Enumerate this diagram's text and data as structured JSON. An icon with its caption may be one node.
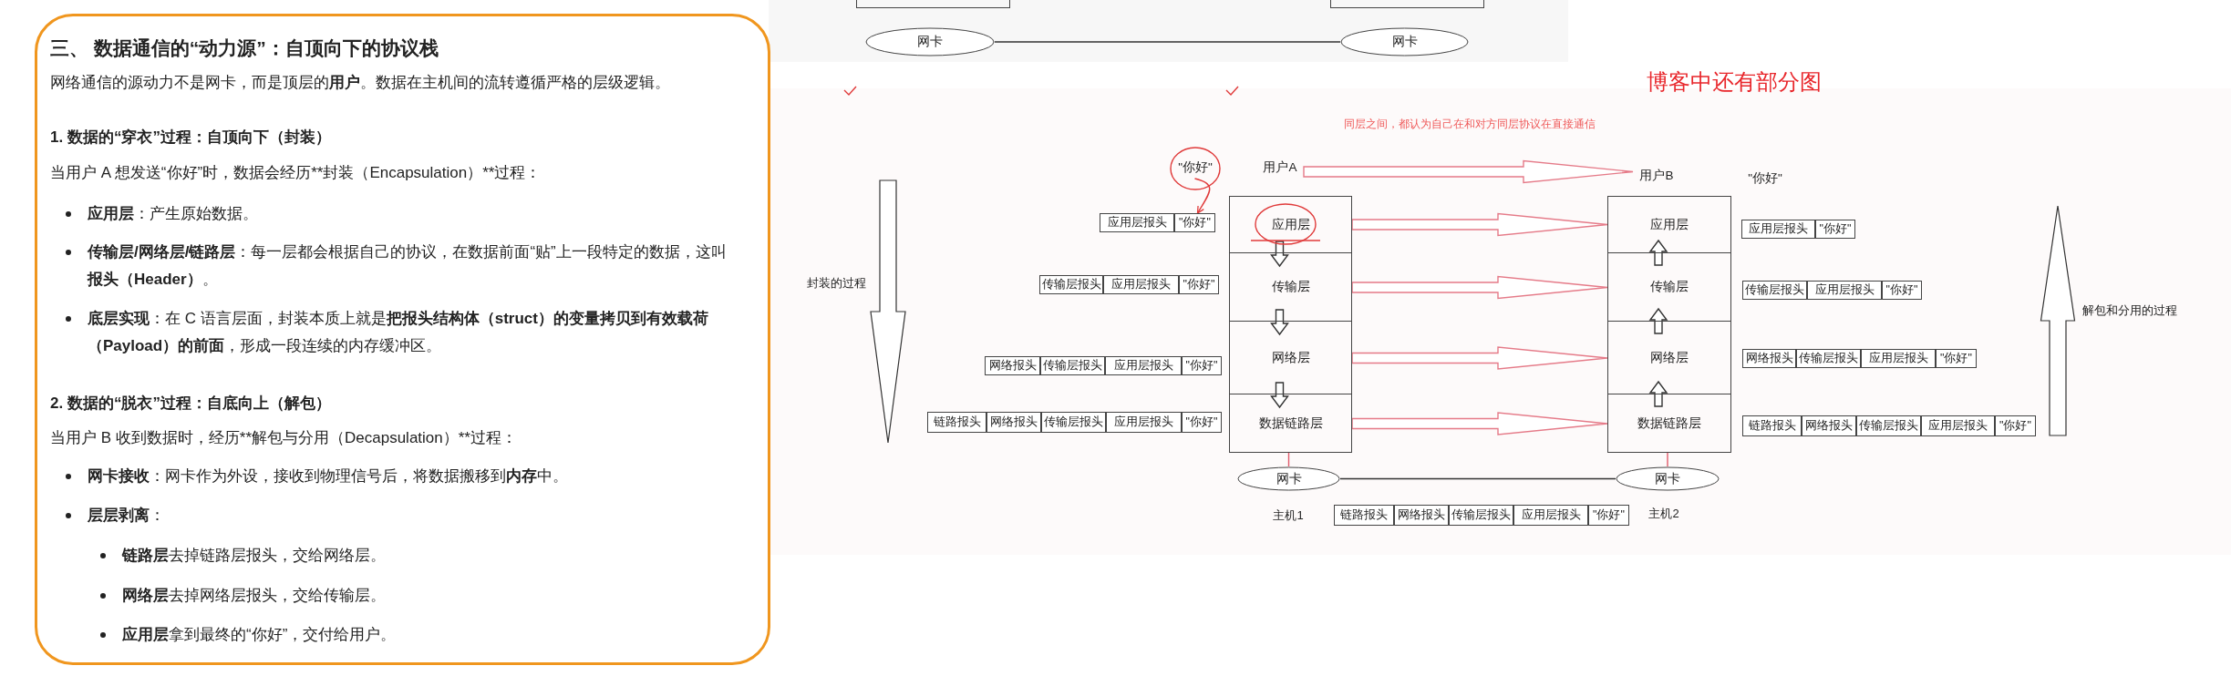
{
  "diagram": {
    "nodes": [
      {
        "text": [
          "三、 数据通信的“动力源”：自顶向下的协议栈",
          "网络通信的源动力不是网卡，而是顶层的**用户**。数据在主机间的流转遵循严格的层级逻辑。",
          "1. 数据的“穿衣”过程：自顶向下（封装）",
          "当用户 A 想发送“你好”时，数据会经历**封装（Encapsulation）**过程：",
          "**应用层**：产生原始数据。",
          "**传输层/网络层/链路层**：每一层都会根据自己的协议，在数据前面“贴”上一段特定的数据，这叫**报头（Header）**。",
          "**底层实现**：在 C 语言层面，封装本质上就是**把报头结构体（struct）的变量拷贝到有效载荷（Payload）的前面**，形成一段连续的内存缓冲区。",
          "2. 数据的“脱衣”过程：自底向上（解包）",
          "当用户 B 收到数据时，经历**解包与分用（Decapsulation）**过程：",
          "**网卡接收**：网卡作为外设，接收到物理信号后，将数据搬移到**内存**中。",
          "**层层剥离**：",
          "**链路层**去掉链路层报头，交给网络层。",
          "**网络层**去掉网络层报头，交给传输层。",
          "**应用层**拿到最终的“你好”，交付给用户。"
        ]
      },
      {
        "text": [],
        "shape": "box"
      },
      {
        "text": [],
        "shape": "box"
      },
      {
        "text": [
          "网卡"
        ]
      },
      {
        "text": [
          "网卡"
        ]
      },
      {
        "text": [
          "\"你好\""
        ]
      },
      {
        "text": [
          "用户A"
        ]
      },
      {
        "text": [
          "用户B"
        ]
      },
      {
        "text": [
          "\"你好\""
        ]
      },
      {
        "text": [
          "应用层报头"
        ]
      },
      {
        "text": [
          "\"你好\""
        ]
      },
      {
        "text": [
          "应用层"
        ]
      },
      {
        "text": [
          "应用层"
        ]
      },
      {
        "text": [
          "应用层报头"
        ]
      },
      {
        "text": [
          "\"你好\""
        ]
      },
      {
        "text": [
          "传输层报头"
        ]
      },
      {
        "text": [
          "应用层报头"
        ]
      },
      {
        "text": [
          "\"你好\""
        ]
      },
      {
        "text": [
          "传输层"
        ]
      },
      {
        "text": [
          "传输层"
        ]
      },
      {
        "text": [
          "传输层报头"
        ]
      },
      {
        "text": [
          "应用层报头"
        ]
      },
      {
        "text": [
          "\"你好\""
        ]
      },
      {
        "text": [
          "网络报头"
        ]
      },
      {
        "text": [
          "传输层报头"
        ]
      },
      {
        "text": [
          "应用层报头"
        ]
      },
      {
        "text": [
          "\"你好\""
        ]
      },
      {
        "text": [
          "网络层"
        ]
      },
      {
        "text": [
          "网络层"
        ]
      },
      {
        "text": [
          "网络报头"
        ]
      },
      {
        "text": [
          "传输层报头"
        ]
      },
      {
        "text": [
          "应用层报头"
        ]
      },
      {
        "text": [
          "\"你好\""
        ]
      },
      {
        "text": [
          "链路报头"
        ]
      },
      {
        "text": [
          "网络报头"
        ]
      },
      {
        "text": [
          "传输层报头"
        ]
      },
      {
        "text": [
          "应用层报头"
        ]
      },
      {
        "text": [
          "\"你好\""
        ]
      },
      {
        "text": [
          "数据链路层"
        ]
      },
      {
        "text": [
          "数据链路层"
        ]
      },
      {
        "text": [
          "链路报头"
        ]
      },
      {
        "text": [
          "网络报头"
        ]
      },
      {
        "text": [
          "传输层报头"
        ]
      },
      {
        "text": [
          "应用层报头"
        ]
      },
      {
        "text": [
          "\"你好\""
        ]
      },
      {
        "text": [
          "网卡"
        ]
      },
      {
        "text": [
          "网卡"
        ]
      },
      {
        "text": [
          "链路报头"
        ]
      },
      {
        "text": [
          "网络报头"
        ]
      },
      {
        "text": [
          "传输层报头"
        ]
      },
      {
        "text": [
          "应用层报头"
        ]
      },
      {
        "text": [
          "\"你好\""
        ]
      }
    ],
    "edges": [
      {
        "from": 3,
        "to": 4,
        "arrow": "none"
      },
      {
        "from": 6,
        "to": 7,
        "arrow": "to",
        "color": "#e57a88"
      },
      {
        "from": 11,
        "to": 12,
        "arrow": "to",
        "color": "#e57a88"
      },
      {
        "from": 18,
        "to": 19,
        "arrow": "to",
        "color": "#e57a88"
      },
      {
        "from": 27,
        "to": 28,
        "arrow": "to",
        "color": "#e57a88"
      },
      {
        "from": 38,
        "to": 39,
        "arrow": "to",
        "color": "#e57a88"
      },
      {
        "from": 11,
        "to": 18,
        "arrow": "to"
      },
      {
        "from": 18,
        "to": 27,
        "arrow": "to"
      },
      {
        "from": 27,
        "to": 38,
        "arrow": "to"
      },
      {
        "from": 39,
        "to": 28,
        "arrow": "to"
      },
      {
        "from": 28,
        "to": 19,
        "arrow": "to"
      },
      {
        "from": 19,
        "to": 12,
        "arrow": "to"
      },
      {
        "from": 38,
        "to": 45,
        "arrow": "none",
        "color": "#e05a6a"
      },
      {
        "from": 39,
        "to": 46,
        "arrow": "none",
        "color": "#e05a6a"
      },
      {
        "from": 45,
        "to": 46,
        "arrow": "none"
      },
      {
        "from": 5,
        "to": 10,
        "arrow": "to",
        "color": "#e03a3a"
      }
    ],
    "labels": [
      "博客中还有部分图",
      "同层之间，都认为自己在和对方同层协议在直接通信",
      "封装的过程",
      "解包和分用的过程",
      "主机1",
      "主机2"
    ]
  }
}
